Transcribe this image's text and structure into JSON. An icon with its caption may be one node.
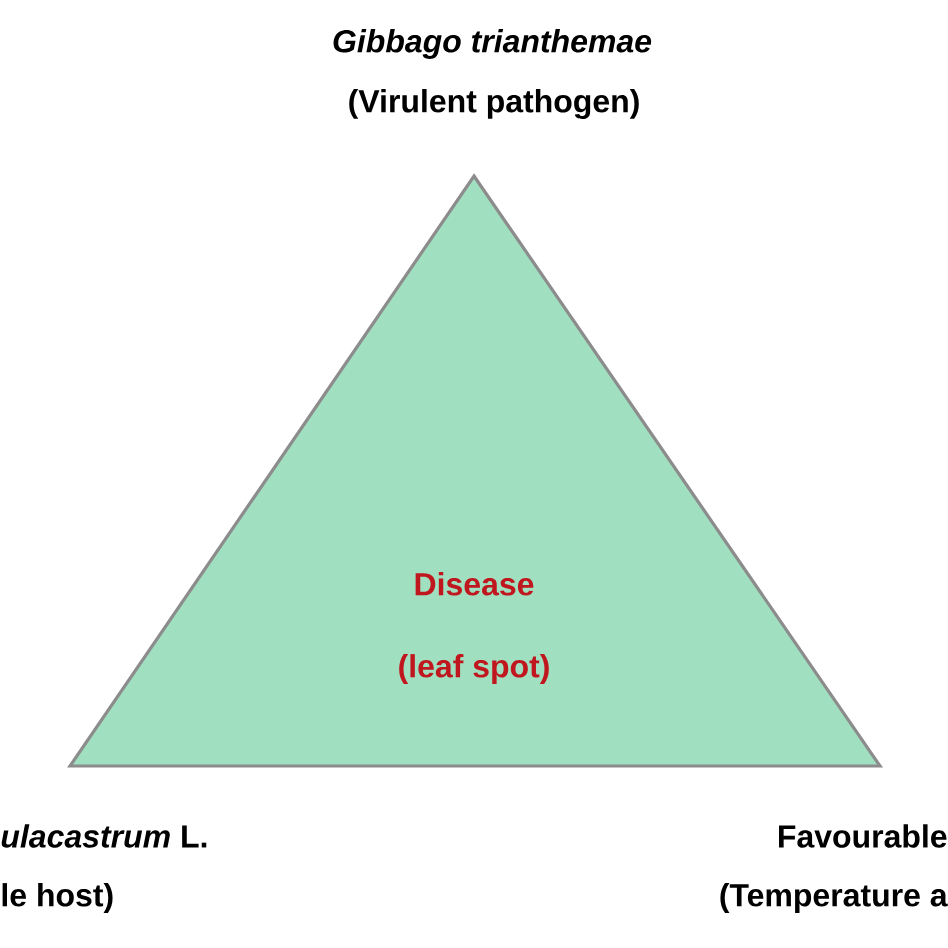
{
  "diagram": {
    "nodes": [
      {
        "text": [
          "Disease",
          "(leaf spot)"
        ]
      }
    ],
    "labels": [
      "Gibbago trianthemae",
      "(Virulent pathogen)",
      "*ulacastrum* L.",
      "le host)",
      "Favourable",
      "(Temperature a"
    ]
  }
}
